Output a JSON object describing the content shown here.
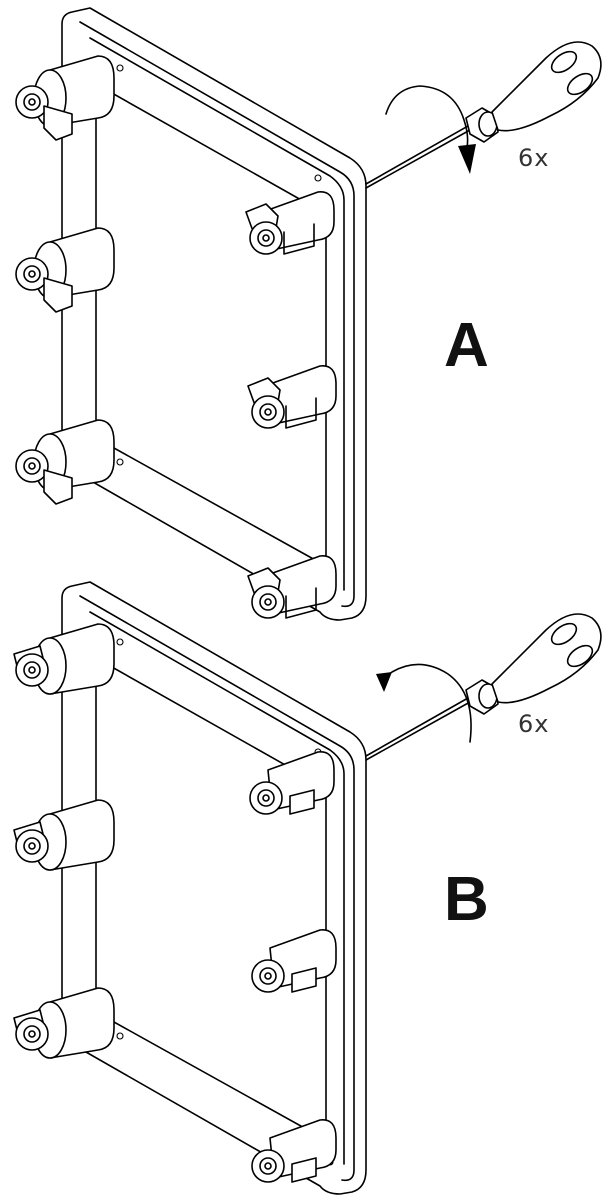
{
  "figures": [
    {
      "label": "A",
      "count": "6x",
      "rotation": "clockwise-tighten"
    },
    {
      "label": "B",
      "count": "6x",
      "rotation": "counterclockwise-loosen"
    }
  ],
  "colors": {
    "line": "#000000",
    "background": "#ffffff"
  }
}
